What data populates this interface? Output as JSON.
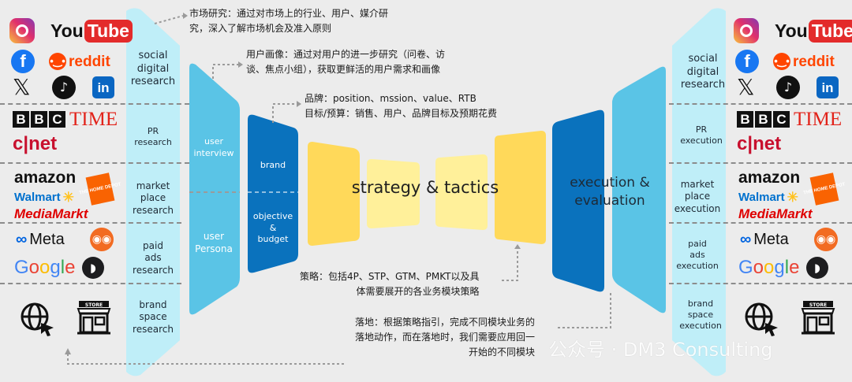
{
  "left_categories": [
    {
      "label": "social\ndigital\nresearch"
    },
    {
      "label": "PR\nresearch"
    },
    {
      "label": "market\nplace\nresearch"
    },
    {
      "label": "paid\nads\nresearch"
    },
    {
      "label": "brand\nspace\nresearch"
    }
  ],
  "right_categories": [
    {
      "label": "social\ndigital\nresearch"
    },
    {
      "label": "PR\nexecution"
    },
    {
      "label": "market\nplace\nexecution"
    },
    {
      "label": "paid\nads\nexecution"
    },
    {
      "label": "brand\nspace\nexecution"
    }
  ],
  "shapes": {
    "user_interview": "user\ninterview",
    "user_persona": "user\nPersona",
    "brand": "brand",
    "objective_budget": "objective\n&\nbudget",
    "center": "strategy & tactics",
    "execution": "execution &\nevaluation"
  },
  "annotations": {
    "market_research": "市场研究：通过对市场上的行业、用户、媒介研\n究，深入了解市场机会及准入原则",
    "user_portrait": "用户画像：通过对用户的进一步研究（问卷、访\n谈、焦点小组），获取更鲜活的用户需求和画像",
    "brand_goal": "品牌：position、mssion、value、RTB\n目标/预算：销售、用户、品牌目标及预期花费",
    "strategy": "策略：包括4P、STP、GTM、PMKT以及具\n体需要展开的各业务模块策略",
    "landing": "落地：根据策略指引，完成不同模块业务的\n落地动作，而在落地时，我们需要应用回一\n开始的不同模块"
  },
  "logos": {
    "youtube_a": "You",
    "youtube_b": "Tube",
    "reddit": "reddit",
    "reddit_mark": "•‿•",
    "facebook": "f",
    "x": "𝕏",
    "tiktok": "♪",
    "linkedin": "in",
    "bbc_b1": "B",
    "bbc_b2": "B",
    "bbc_c": "C",
    "time": "TIME",
    "cnet": "c|net",
    "amazon": "amazon",
    "walmart": "Walmart",
    "walmart_spark": "✳",
    "home_depot": "THE HOME DEPOT",
    "mediamarkt": "MediaMarkt",
    "meta": "Meta",
    "meta_mark": "∞",
    "tripadvisor": "◉◉",
    "google": "Google",
    "pendo": "◗",
    "store": "STORE"
  },
  "colors": {
    "light_cyan": "#bfeef8",
    "mid_blue": "#5ac4e6",
    "dark_blue": "#0a72bd",
    "yellow": "#ffd95a",
    "pale_yellow": "#fff09a",
    "google_blue": "#4285f4",
    "google_red": "#ea4335",
    "google_yellow": "#fbbc05",
    "google_green": "#34a853"
  },
  "watermark": "公众号 · DM3 Consulting"
}
